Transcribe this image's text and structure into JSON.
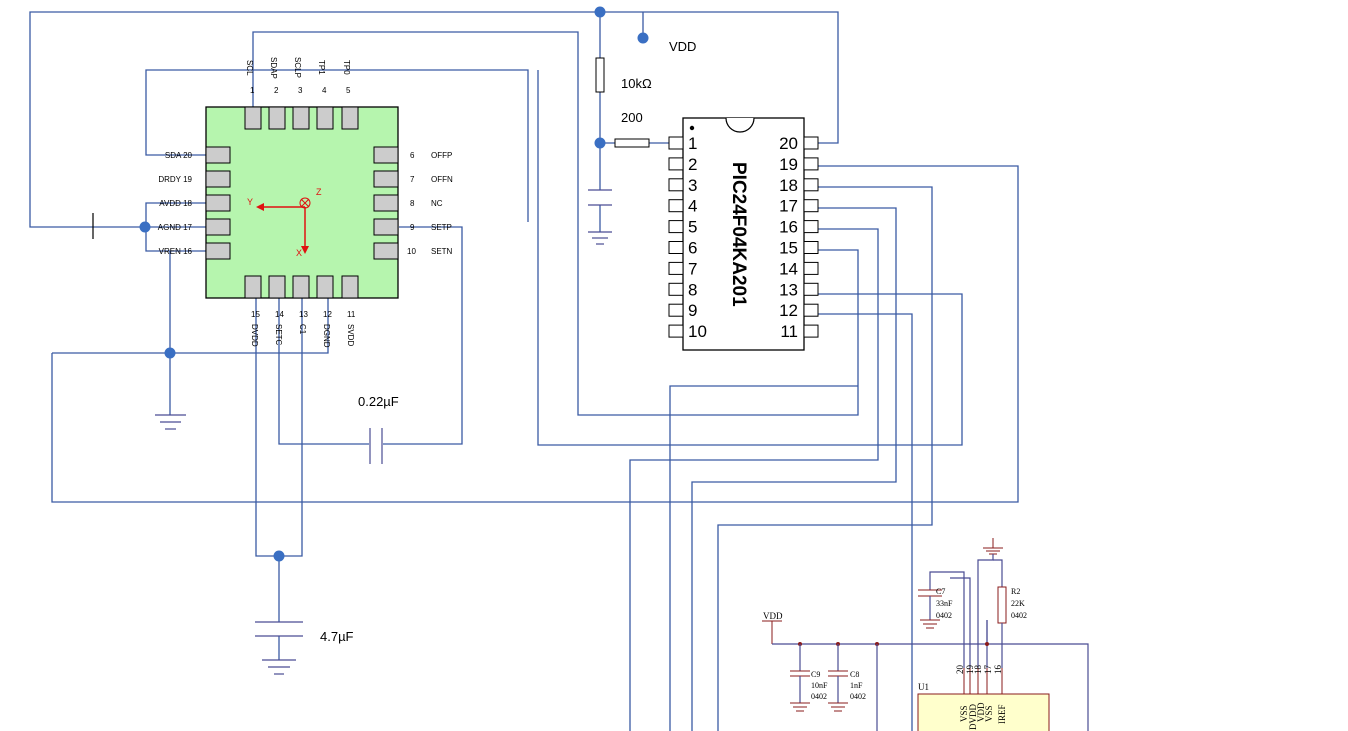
{
  "sensor": {
    "top_pins": [
      {
        "name": "SCL",
        "num": "1"
      },
      {
        "name": "SDAP",
        "num": "2"
      },
      {
        "name": "SCLP",
        "num": "3"
      },
      {
        "name": "TP1",
        "num": "4"
      },
      {
        "name": "TP0",
        "num": "5"
      }
    ],
    "left_pins": [
      {
        "label": "SDA 20"
      },
      {
        "label": "DRDY 19"
      },
      {
        "label": "AVDD 18"
      },
      {
        "label": "AGND 17"
      },
      {
        "label": "VREN 16"
      }
    ],
    "right_pins": [
      {
        "num": "6",
        "name": "OFFP"
      },
      {
        "num": "7",
        "name": "OFFN"
      },
      {
        "num": "8",
        "name": "NC"
      },
      {
        "num": "9",
        "name": "SETP"
      },
      {
        "num": "10",
        "name": "SETN"
      }
    ],
    "bottom_pins": [
      {
        "name": "DVDD",
        "num": "15"
      },
      {
        "name": "SETC",
        "num": "14"
      },
      {
        "name": "C1",
        "num": "13"
      },
      {
        "name": "DGND",
        "num": "12"
      },
      {
        "name": "SVDD",
        "num": "11"
      }
    ],
    "axis_x": "X",
    "axis_y": "Y",
    "axis_z": "Z",
    "colors": {
      "body": "#b6f5ae",
      "pad": "#cccccc",
      "axis": "#e01010"
    }
  },
  "mcu": {
    "name": "PIC24F04KA201",
    "left_pins": [
      "1",
      "2",
      "3",
      "4",
      "5",
      "6",
      "7",
      "8",
      "9",
      "10"
    ],
    "right_pins": [
      "20",
      "19",
      "18",
      "17",
      "16",
      "15",
      "14",
      "13",
      "12",
      "11"
    ]
  },
  "labels": {
    "vdd": "VDD",
    "r_pullup": "10kΩ",
    "r_series": "200",
    "cap_set": "0.22µF",
    "cap_bulk": "4.7µF"
  },
  "sub": {
    "vdd": "VDD",
    "u1": "U1",
    "c7": {
      "name": "C7",
      "val": "33nF",
      "pkg": "0402"
    },
    "r2": {
      "name": "R2",
      "val": "22K",
      "pkg": "0402"
    },
    "c9": {
      "name": "C9",
      "val": "10nF",
      "pkg": "0402"
    },
    "c8": {
      "name": "C8",
      "val": "1nF",
      "pkg": "0402"
    },
    "pin_nums": [
      "20",
      "19",
      "18",
      "17",
      "16"
    ],
    "pin_names": [
      "VSS",
      "DVDD",
      "VDD",
      "VSS",
      "IREF"
    ],
    "colors": {
      "wire": "#4a4c93",
      "component": "#8a1b1b",
      "ic_fill": "#ffffcc"
    }
  },
  "wire_color": "#3a5aa3"
}
